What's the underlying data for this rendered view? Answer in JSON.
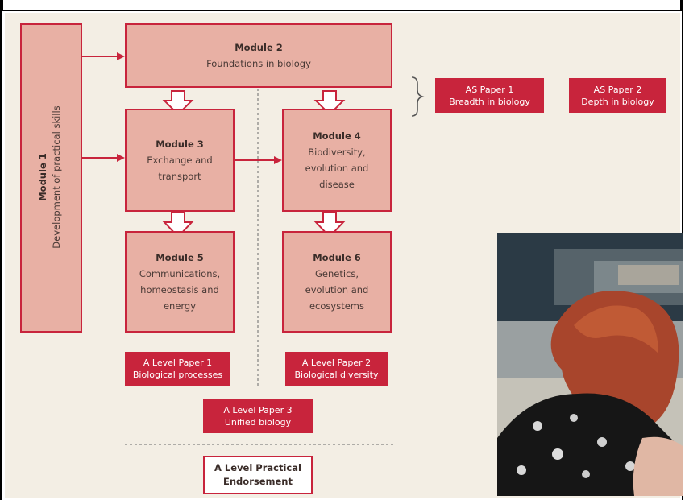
{
  "module1": {
    "title": "Module 1",
    "desc": "Development of practical skills"
  },
  "module2": {
    "title": "Module 2",
    "desc": "Foundations in biology"
  },
  "module3": {
    "title": "Module 3",
    "desc": "Exchange and\ntransport"
  },
  "module4": {
    "title": "Module 4",
    "desc": "Biodiversity,\nevolution and\ndisease"
  },
  "module5": {
    "title": "Module 5",
    "desc": "Communications,\nhomeostasis and\nenergy"
  },
  "module6": {
    "title": "Module 6",
    "desc": "Genetics,\nevolution and\necosystems"
  },
  "as_paper1": {
    "line1": "AS Paper 1",
    "line2": "Breadth in biology"
  },
  "as_paper2": {
    "line1": "AS Paper 2",
    "line2": "Depth in biology"
  },
  "a_paper1": {
    "line1": "A Level Paper 1",
    "line2": "Biological processes"
  },
  "a_paper2": {
    "line1": "A Level Paper 2",
    "line2": "Biological diversity"
  },
  "a_paper3": {
    "line1": "A Level Paper 3",
    "line2": "Unified biology"
  },
  "endorsement": {
    "line1": "A Level Practical",
    "line2": "Endorsement"
  },
  "colors": {
    "module_fill": "#e8b0a4",
    "accent": "#c8243c",
    "background": "#f3eee4"
  }
}
